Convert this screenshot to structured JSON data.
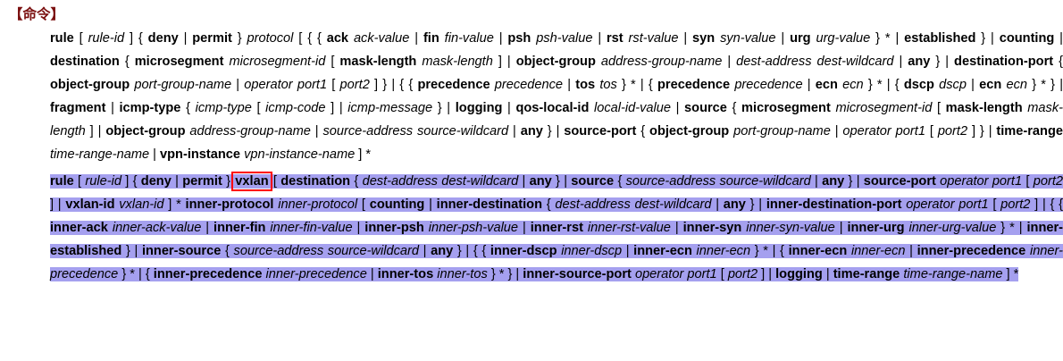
{
  "section": {
    "heading": "【命令】"
  },
  "colors": {
    "heading": "#7b1010",
    "highlight": "#a5a0ef",
    "box_outline": "#ff0000",
    "text": "#000000",
    "background": "#ffffff"
  },
  "blocks": [
    {
      "id": "acl-rule-basic",
      "highlighted": false,
      "tokens": [
        {
          "t": "kw",
          "v": "rule"
        },
        {
          "t": "p",
          "v": " [ "
        },
        {
          "t": "var",
          "v": "rule-id"
        },
        {
          "t": "p",
          "v": " ] { "
        },
        {
          "t": "kw",
          "v": "deny"
        },
        {
          "t": "p",
          "v": " | "
        },
        {
          "t": "kw",
          "v": "permit"
        },
        {
          "t": "p",
          "v": " } "
        },
        {
          "t": "var",
          "v": "protocol"
        },
        {
          "t": "p",
          "v": " [ { { "
        },
        {
          "t": "kw",
          "v": "ack"
        },
        {
          "t": "p",
          "v": " "
        },
        {
          "t": "var",
          "v": "ack-value"
        },
        {
          "t": "p",
          "v": " | "
        },
        {
          "t": "kw",
          "v": "fin"
        },
        {
          "t": "p",
          "v": " "
        },
        {
          "t": "var",
          "v": "fin-value"
        },
        {
          "t": "p",
          "v": " | "
        },
        {
          "t": "kw",
          "v": "psh"
        },
        {
          "t": "p",
          "v": " "
        },
        {
          "t": "var",
          "v": "psh-value"
        },
        {
          "t": "p",
          "v": " | "
        },
        {
          "t": "kw",
          "v": "rst"
        },
        {
          "t": "p",
          "v": " "
        },
        {
          "t": "var",
          "v": "rst-value"
        },
        {
          "t": "p",
          "v": " | "
        },
        {
          "t": "kw",
          "v": "syn"
        },
        {
          "t": "p",
          "v": " "
        },
        {
          "t": "var",
          "v": "syn-value"
        },
        {
          "t": "p",
          "v": " | "
        },
        {
          "t": "kw",
          "v": "urg"
        },
        {
          "t": "p",
          "v": " "
        },
        {
          "t": "var",
          "v": "urg-value"
        },
        {
          "t": "p",
          "v": " } * | "
        },
        {
          "t": "kw",
          "v": "established"
        },
        {
          "t": "p",
          "v": " } | "
        },
        {
          "t": "kw",
          "v": "counting"
        },
        {
          "t": "p",
          "v": " | "
        },
        {
          "t": "kw",
          "v": "destination"
        },
        {
          "t": "p",
          "v": " { "
        },
        {
          "t": "kw",
          "v": "microsegment"
        },
        {
          "t": "p",
          "v": " "
        },
        {
          "t": "var",
          "v": "microsegment-id"
        },
        {
          "t": "p",
          "v": " [ "
        },
        {
          "t": "kw",
          "v": "mask-length"
        },
        {
          "t": "p",
          "v": " "
        },
        {
          "t": "var",
          "v": "mask-length"
        },
        {
          "t": "p",
          "v": " ] | "
        },
        {
          "t": "kw",
          "v": "object-group"
        },
        {
          "t": "p",
          "v": " "
        },
        {
          "t": "var",
          "v": "address-group-name"
        },
        {
          "t": "p",
          "v": " | "
        },
        {
          "t": "var",
          "v": "dest-address dest-wildcard"
        },
        {
          "t": "p",
          "v": " | "
        },
        {
          "t": "kw",
          "v": "any"
        },
        {
          "t": "p",
          "v": " } | "
        },
        {
          "t": "kw",
          "v": "destination-port"
        },
        {
          "t": "p",
          "v": " { "
        },
        {
          "t": "kw",
          "v": "object-group"
        },
        {
          "t": "p",
          "v": " "
        },
        {
          "t": "var",
          "v": "port-group-name"
        },
        {
          "t": "p",
          "v": " | "
        },
        {
          "t": "var",
          "v": "operator port1"
        },
        {
          "t": "p",
          "v": " [ "
        },
        {
          "t": "var",
          "v": "port2"
        },
        {
          "t": "p",
          "v": " ] } | { { "
        },
        {
          "t": "kw",
          "v": "precedence"
        },
        {
          "t": "p",
          "v": " "
        },
        {
          "t": "var",
          "v": "precedence"
        },
        {
          "t": "p",
          "v": " | "
        },
        {
          "t": "kw",
          "v": "tos"
        },
        {
          "t": "p",
          "v": " "
        },
        {
          "t": "var",
          "v": "tos"
        },
        {
          "t": "p",
          "v": " } * | { "
        },
        {
          "t": "kw",
          "v": "precedence"
        },
        {
          "t": "p",
          "v": " "
        },
        {
          "t": "var",
          "v": "precedence"
        },
        {
          "t": "p",
          "v": " | "
        },
        {
          "t": "kw",
          "v": "ecn"
        },
        {
          "t": "p",
          "v": " "
        },
        {
          "t": "var",
          "v": "ecn"
        },
        {
          "t": "p",
          "v": " } * | { "
        },
        {
          "t": "kw",
          "v": "dscp"
        },
        {
          "t": "p",
          "v": " "
        },
        {
          "t": "var",
          "v": "dscp"
        },
        {
          "t": "p",
          "v": " | "
        },
        {
          "t": "kw",
          "v": "ecn"
        },
        {
          "t": "p",
          "v": " "
        },
        {
          "t": "var",
          "v": "ecn"
        },
        {
          "t": "p",
          "v": " } * } | "
        },
        {
          "t": "kw",
          "v": "fragment"
        },
        {
          "t": "p",
          "v": " | "
        },
        {
          "t": "kw",
          "v": "icmp-type"
        },
        {
          "t": "p",
          "v": " { "
        },
        {
          "t": "var",
          "v": "icmp-type"
        },
        {
          "t": "p",
          "v": " [ "
        },
        {
          "t": "var",
          "v": "icmp-code"
        },
        {
          "t": "p",
          "v": " ] | "
        },
        {
          "t": "var",
          "v": "icmp-message"
        },
        {
          "t": "p",
          "v": " } | "
        },
        {
          "t": "kw",
          "v": "logging"
        },
        {
          "t": "p",
          "v": " | "
        },
        {
          "t": "kw",
          "v": "qos-local-id"
        },
        {
          "t": "p",
          "v": " "
        },
        {
          "t": "var",
          "v": "local-id-value"
        },
        {
          "t": "p",
          "v": " | "
        },
        {
          "t": "kw",
          "v": "source"
        },
        {
          "t": "p",
          "v": " { "
        },
        {
          "t": "kw",
          "v": "microsegment"
        },
        {
          "t": "p",
          "v": " "
        },
        {
          "t": "var",
          "v": "microsegment-id"
        },
        {
          "t": "p",
          "v": " [ "
        },
        {
          "t": "kw",
          "v": "mask-length"
        },
        {
          "t": "p",
          "v": " "
        },
        {
          "t": "var",
          "v": "mask-length"
        },
        {
          "t": "p",
          "v": " ] | "
        },
        {
          "t": "kw",
          "v": "object-group"
        },
        {
          "t": "p",
          "v": " "
        },
        {
          "t": "var",
          "v": "address-group-name"
        },
        {
          "t": "p",
          "v": " | "
        },
        {
          "t": "var",
          "v": "source-address source-wildcard"
        },
        {
          "t": "p",
          "v": " | "
        },
        {
          "t": "kw",
          "v": "any"
        },
        {
          "t": "p",
          "v": " } | "
        },
        {
          "t": "kw",
          "v": "source-port"
        },
        {
          "t": "p",
          "v": " { "
        },
        {
          "t": "kw",
          "v": "object-group"
        },
        {
          "t": "p",
          "v": " "
        },
        {
          "t": "var",
          "v": "port-group-name"
        },
        {
          "t": "p",
          "v": " | "
        },
        {
          "t": "var",
          "v": "operator port1"
        },
        {
          "t": "p",
          "v": " [ "
        },
        {
          "t": "var",
          "v": "port2"
        },
        {
          "t": "p",
          "v": " ] } | "
        },
        {
          "t": "kw",
          "v": "time-range"
        },
        {
          "t": "p",
          "v": " "
        },
        {
          "t": "var",
          "v": "time-range-name"
        },
        {
          "t": "p",
          "v": " | "
        },
        {
          "t": "kw",
          "v": "vpn-instance"
        },
        {
          "t": "p",
          "v": " "
        },
        {
          "t": "var",
          "v": "vpn-instance-name"
        },
        {
          "t": "p",
          "v": " ] *"
        }
      ]
    },
    {
      "id": "acl-rule-vxlan",
      "highlighted": true,
      "tokens": [
        {
          "t": "kw",
          "v": "rule"
        },
        {
          "t": "p",
          "v": " [ "
        },
        {
          "t": "var",
          "v": "rule-id"
        },
        {
          "t": "p",
          "v": " ] { "
        },
        {
          "t": "kw",
          "v": "deny"
        },
        {
          "t": "p",
          "v": " | "
        },
        {
          "t": "kw",
          "v": "permit"
        },
        {
          "t": "p",
          "v": " } "
        },
        {
          "t": "kw-boxed",
          "v": "vxlan"
        },
        {
          "t": "p",
          "v": " [ "
        },
        {
          "t": "kw",
          "v": "destination"
        },
        {
          "t": "p",
          "v": " { "
        },
        {
          "t": "var",
          "v": "dest-address dest-wildcard"
        },
        {
          "t": "p",
          "v": " | "
        },
        {
          "t": "kw",
          "v": "any"
        },
        {
          "t": "p",
          "v": " } | "
        },
        {
          "t": "kw",
          "v": "source"
        },
        {
          "t": "p",
          "v": " { "
        },
        {
          "t": "var",
          "v": "source-address source-wildcard"
        },
        {
          "t": "p",
          "v": " | "
        },
        {
          "t": "kw",
          "v": "any"
        },
        {
          "t": "p",
          "v": " } | "
        },
        {
          "t": "kw",
          "v": "source-port"
        },
        {
          "t": "p",
          "v": " "
        },
        {
          "t": "var",
          "v": "operator port1"
        },
        {
          "t": "p",
          "v": " [ "
        },
        {
          "t": "var",
          "v": "port2"
        },
        {
          "t": "p",
          "v": " ] | "
        },
        {
          "t": "kw",
          "v": "vxlan-id"
        },
        {
          "t": "p",
          "v": " "
        },
        {
          "t": "var",
          "v": "vxlan-id"
        },
        {
          "t": "p",
          "v": " ] * "
        },
        {
          "t": "kw",
          "v": "inner-protocol"
        },
        {
          "t": "p",
          "v": " "
        },
        {
          "t": "var",
          "v": "inner-protocol"
        },
        {
          "t": "p",
          "v": " [ "
        },
        {
          "t": "kw",
          "v": "counting"
        },
        {
          "t": "p",
          "v": " | "
        },
        {
          "t": "kw",
          "v": "inner-destination"
        },
        {
          "t": "p",
          "v": " { "
        },
        {
          "t": "var",
          "v": "dest-address dest-wildcard"
        },
        {
          "t": "p",
          "v": " | "
        },
        {
          "t": "kw",
          "v": "any"
        },
        {
          "t": "p",
          "v": " } | "
        },
        {
          "t": "kw",
          "v": "inner-destination-port"
        },
        {
          "t": "p",
          "v": " "
        },
        {
          "t": "var",
          "v": "operator port1"
        },
        {
          "t": "p",
          "v": " [ "
        },
        {
          "t": "var",
          "v": "port2"
        },
        {
          "t": "p",
          "v": " ] | { { "
        },
        {
          "t": "kw",
          "v": "inner-ack"
        },
        {
          "t": "p",
          "v": " "
        },
        {
          "t": "var",
          "v": "inner-ack-value"
        },
        {
          "t": "p",
          "v": " | "
        },
        {
          "t": "kw",
          "v": "inner-fin"
        },
        {
          "t": "p",
          "v": " "
        },
        {
          "t": "var",
          "v": "inner-fin-value"
        },
        {
          "t": "p",
          "v": " | "
        },
        {
          "t": "kw",
          "v": "inner-psh"
        },
        {
          "t": "p",
          "v": " "
        },
        {
          "t": "var",
          "v": "inner-psh-value"
        },
        {
          "t": "p",
          "v": " | "
        },
        {
          "t": "kw",
          "v": "inner-rst"
        },
        {
          "t": "p",
          "v": " "
        },
        {
          "t": "var",
          "v": "inner-rst-value"
        },
        {
          "t": "p",
          "v": " | "
        },
        {
          "t": "kw",
          "v": "inner-syn"
        },
        {
          "t": "p",
          "v": " "
        },
        {
          "t": "var",
          "v": "inner-syn-value"
        },
        {
          "t": "p",
          "v": " | "
        },
        {
          "t": "kw",
          "v": "inner-urg"
        },
        {
          "t": "p",
          "v": " "
        },
        {
          "t": "var",
          "v": "inner-urg-value"
        },
        {
          "t": "p",
          "v": " } * | "
        },
        {
          "t": "kw",
          "v": "inner-established"
        },
        {
          "t": "p",
          "v": " } | "
        },
        {
          "t": "kw",
          "v": "inner-source"
        },
        {
          "t": "p",
          "v": " { "
        },
        {
          "t": "var",
          "v": "source-address source-wildcard"
        },
        {
          "t": "p",
          "v": " | "
        },
        {
          "t": "kw",
          "v": "any"
        },
        {
          "t": "p",
          "v": " } | { { "
        },
        {
          "t": "kw",
          "v": "inner-dscp"
        },
        {
          "t": "p",
          "v": " "
        },
        {
          "t": "var",
          "v": "inner-dscp"
        },
        {
          "t": "p",
          "v": " | "
        },
        {
          "t": "kw",
          "v": "inner-ecn"
        },
        {
          "t": "p",
          "v": " "
        },
        {
          "t": "var",
          "v": "inner-ecn"
        },
        {
          "t": "p",
          "v": " } * | { "
        },
        {
          "t": "kw",
          "v": "inner-ecn"
        },
        {
          "t": "p",
          "v": " "
        },
        {
          "t": "var",
          "v": "inner-ecn"
        },
        {
          "t": "p",
          "v": " | "
        },
        {
          "t": "kw",
          "v": "inner-precedence"
        },
        {
          "t": "p",
          "v": " "
        },
        {
          "t": "var",
          "v": "inner-precedence"
        },
        {
          "t": "p",
          "v": " } * | { "
        },
        {
          "t": "kw",
          "v": "inner-precedence"
        },
        {
          "t": "p",
          "v": " "
        },
        {
          "t": "var",
          "v": "inner-precedence"
        },
        {
          "t": "p",
          "v": " | "
        },
        {
          "t": "kw",
          "v": "inner-tos"
        },
        {
          "t": "p",
          "v": " "
        },
        {
          "t": "var",
          "v": "inner-tos"
        },
        {
          "t": "p",
          "v": " } * } | "
        },
        {
          "t": "kw",
          "v": "inner-source-port"
        },
        {
          "t": "p",
          "v": " "
        },
        {
          "t": "var",
          "v": "operator port1"
        },
        {
          "t": "p",
          "v": " [ "
        },
        {
          "t": "var",
          "v": "port2"
        },
        {
          "t": "p",
          "v": " ] | "
        },
        {
          "t": "kw",
          "v": "logging"
        },
        {
          "t": "p",
          "v": " | "
        },
        {
          "t": "kw",
          "v": "time-range"
        },
        {
          "t": "p",
          "v": " "
        },
        {
          "t": "var",
          "v": "time-range-name"
        },
        {
          "t": "p",
          "v": " ] *"
        }
      ]
    }
  ]
}
